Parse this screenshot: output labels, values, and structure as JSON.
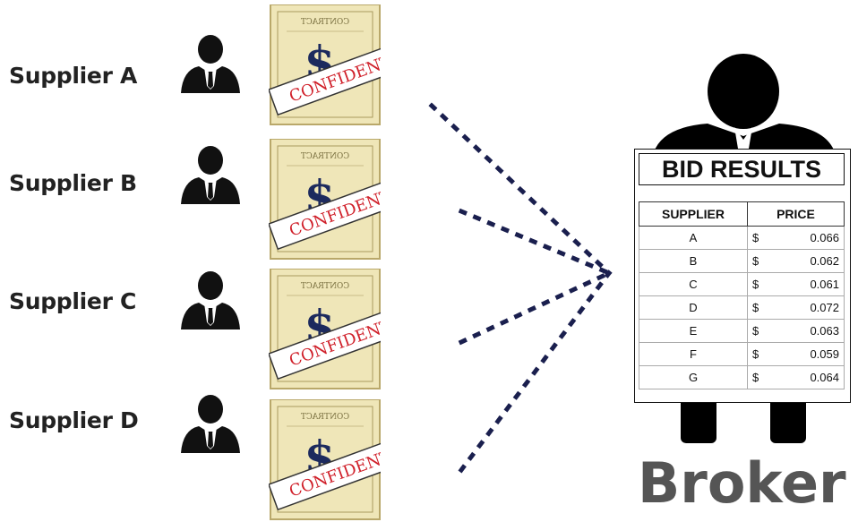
{
  "suppliers": [
    {
      "label": "Supplier A"
    },
    {
      "label": "Supplier B"
    },
    {
      "label": "Supplier C"
    },
    {
      "label": "Supplier D"
    }
  ],
  "contract": {
    "header": "CONTRACT",
    "symbol": "$",
    "stamp": "CONFIDENTIAL"
  },
  "bid_results": {
    "title": "BID RESULTS",
    "columns": [
      "SUPPLIER",
      "PRICE"
    ],
    "currency": "$",
    "rows": [
      {
        "supplier": "A",
        "price": "0.066"
      },
      {
        "supplier": "B",
        "price": "0.062"
      },
      {
        "supplier": "C",
        "price": "0.061"
      },
      {
        "supplier": "D",
        "price": "0.072"
      },
      {
        "supplier": "E",
        "price": "0.063"
      },
      {
        "supplier": "F",
        "price": "0.059"
      },
      {
        "supplier": "G",
        "price": "0.064"
      }
    ]
  },
  "broker": {
    "label": "Broker"
  },
  "colors": {
    "dots": "#1a1f4e",
    "stamp": "#d0202a",
    "paper": "#efe6b8",
    "broker_text": "#555555"
  },
  "icons": [
    "businessman-icon",
    "contract-document-icon",
    "confidential-stamp",
    "broker-silhouette"
  ]
}
